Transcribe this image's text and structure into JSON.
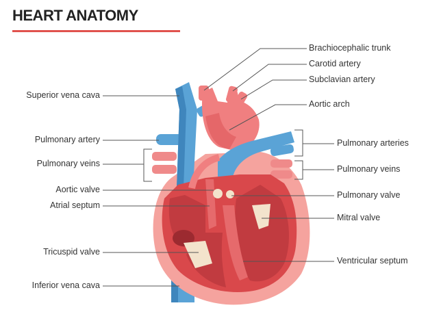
{
  "title": "HEART ANATOMY",
  "colors": {
    "accent": "#e0524d",
    "vein_blue": "#5aa3d6",
    "artery_pink": "#f07f80",
    "muscle_red": "#d9484b",
    "inner_dark": "#c13b40",
    "outer_pink": "#f5a39e",
    "valve_cream": "#f3e3cc"
  },
  "labels_left": {
    "superior_vena_cava": "Superior vena cava",
    "pulmonary_artery": "Pulmonary artery",
    "pulmonary_veins": "Pulmonary veins",
    "aortic_valve": "Aortic valve",
    "atrial_septum": "Atrial septum",
    "tricuspid_valve": "Tricuspid valve",
    "inferior_vena_cava": "Inferior vena cava"
  },
  "labels_right": {
    "brachiocephalic_trunk": "Brachiocephalic trunk",
    "carotid_artery": "Carotid artery",
    "subclavian_artery": "Subclavian artery",
    "aortic_arch": "Aortic arch",
    "pulmonary_arteries": "Pulmonary arteries",
    "pulmonary_veins": "Pulmonary veins",
    "pulmonary_valve": "Pulmonary valve",
    "mitral_valve": "Mitral valve",
    "ventricular_septum": "Ventricular septum"
  }
}
